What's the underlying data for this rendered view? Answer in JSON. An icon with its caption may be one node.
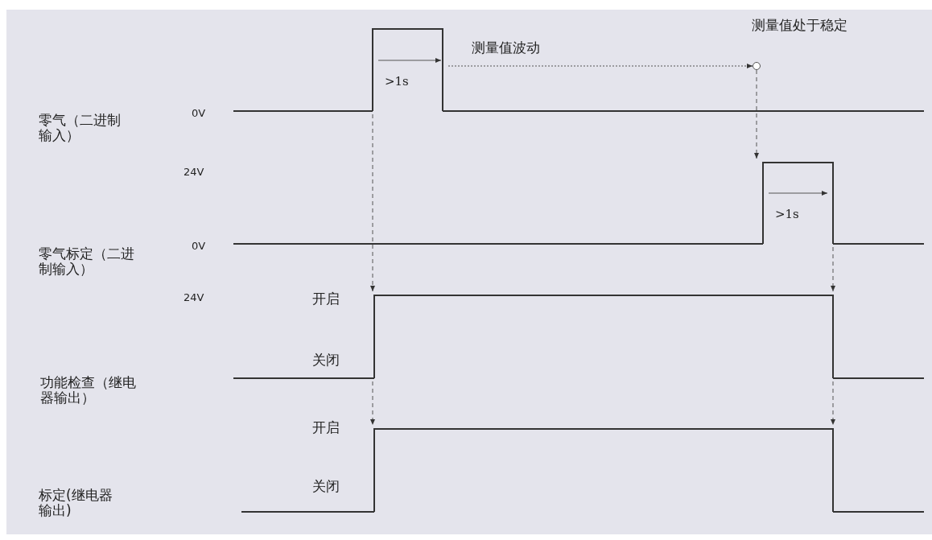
{
  "diagram": {
    "nodes": [
      {
        "text": [],
        "shape": "waveform"
      },
      {
        "text": [],
        "shape": "circle"
      },
      {
        "text": [],
        "shape": "waveform"
      },
      {
        "text": [],
        "shape": "waveform"
      },
      {
        "text": [],
        "shape": "waveform"
      }
    ],
    "edges": [
      {
        "from": 0,
        "to": 1,
        "arrow": "to",
        "label": "测量值波动"
      },
      {
        "from": 1,
        "to": 2,
        "arrow": "to",
        "style": "dashed"
      },
      {
        "from": 0,
        "to": 3,
        "arrow": "to",
        "style": "dashed"
      },
      {
        "from": 2,
        "to": 3,
        "arrow": "to",
        "style": "dashed"
      },
      {
        "from": 3,
        "to": 4,
        "arrow": "to",
        "style": "dashed"
      },
      {
        "from": 3,
        "to": 4,
        "arrow": "to",
        "style": "dashed"
      }
    ],
    "labels": [
      "测量值处于稳定",
      "零气（二进制输入）",
      "0V",
      ">1s",
      "24V",
      "零气标定（二进制输入）",
      "0V",
      ">1s",
      "24V",
      "开启",
      "关闭",
      "功能检查（继电器输出）",
      "开启",
      "关闭",
      "标定(继电器输出)"
    ]
  }
}
